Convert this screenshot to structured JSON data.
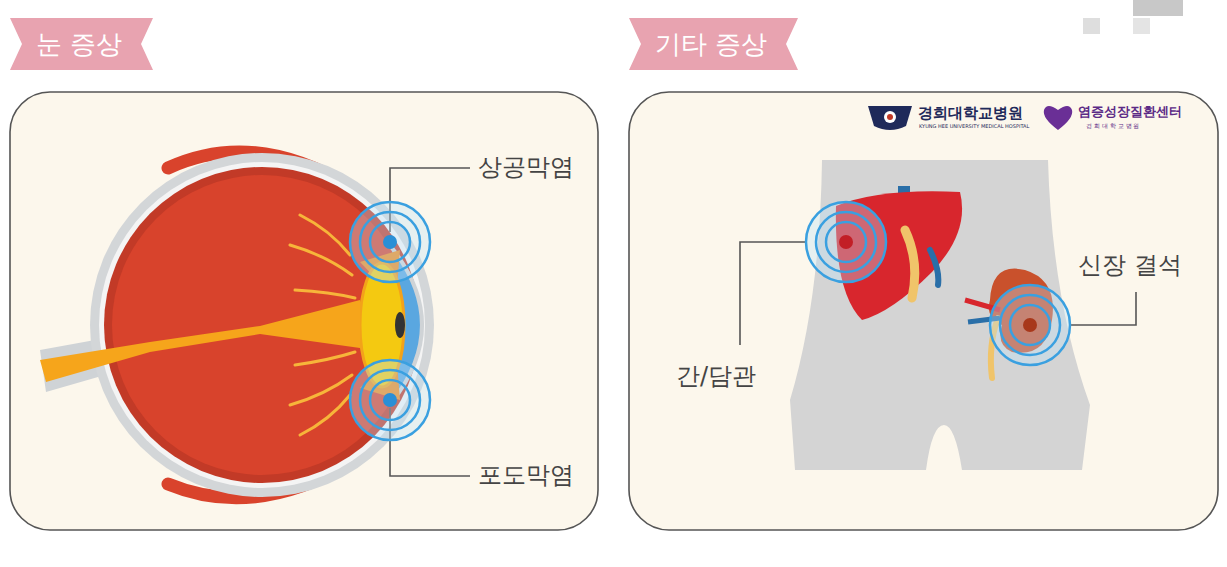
{
  "diagram": {
    "nodes": [
      {
        "text": [
          "눈 증상"
        ]
      },
      {
        "text": [
          "기타 증상"
        ]
      }
    ],
    "labels": [
      "상공막염",
      "포도막염",
      "경희대학교병원",
      "KYUNG HEE UNIVERSITY MEDICAL HOSPITAL",
      "염증성장질환센터",
      "경 희 대 학 교 병 원",
      "신장 결석",
      "간/담관"
    ]
  }
}
